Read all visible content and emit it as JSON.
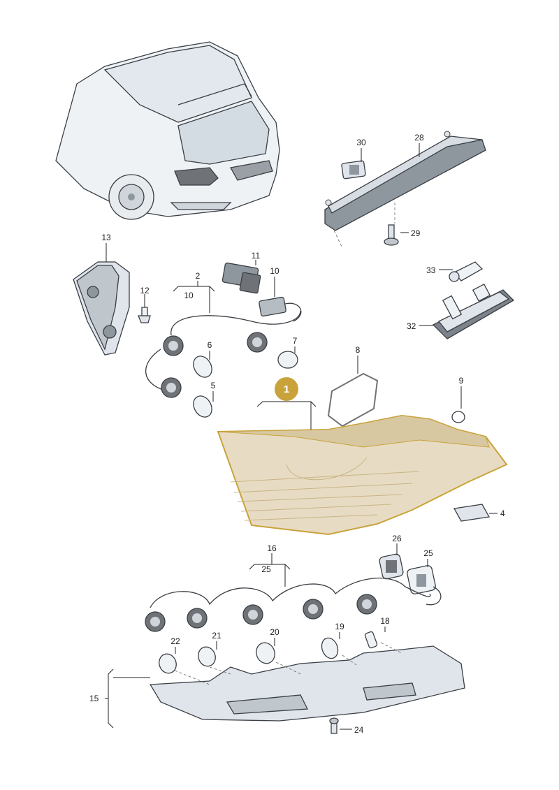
{
  "diagram": {
    "highlight_label": "1",
    "labels": {
      "p2": "2",
      "p4": "4",
      "p5": "5",
      "p6": "6",
      "p7": "7",
      "p8": "8",
      "p9": "9",
      "p10a": "10",
      "p10b": "10",
      "p11": "11",
      "p12": "12",
      "p13": "13",
      "p15": "15",
      "p16": "16",
      "p18": "18",
      "p19": "19",
      "p20": "20",
      "p21": "21",
      "p22": "22",
      "p24": "24",
      "p25a": "25",
      "p25b": "25",
      "p26": "26",
      "p28": "28",
      "p29": "29",
      "p30": "30",
      "p32": "32",
      "p33": "33"
    },
    "colors": {
      "highlight": "#c9a23a",
      "highlight_fill": "#e7dcc3",
      "part_fill": "#dfe5ea",
      "part_dark": "#8e969e"
    }
  }
}
